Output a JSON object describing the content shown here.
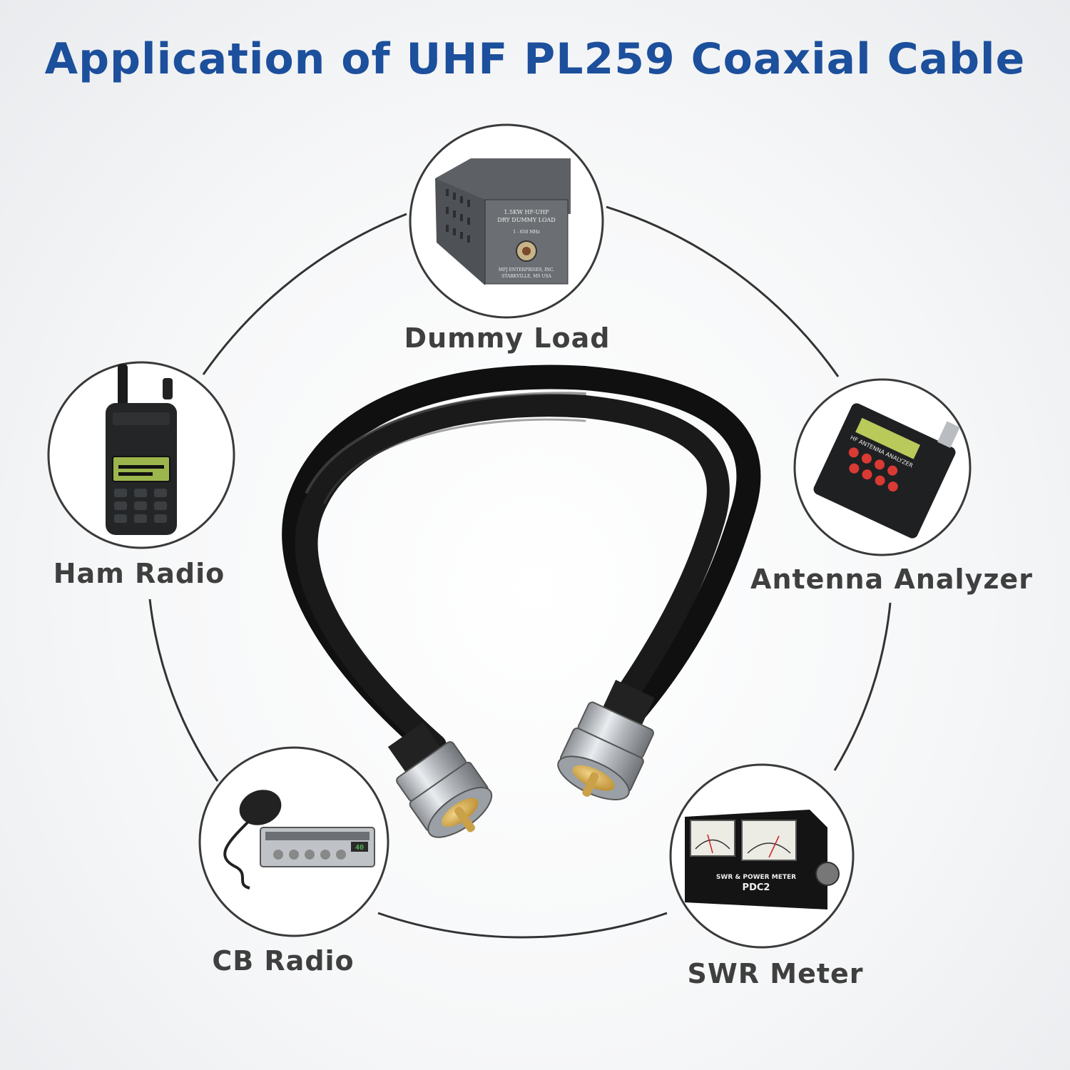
{
  "title": "Application of UHF PL259 Coaxial Cable",
  "applications": [
    {
      "label": "Dummy Load",
      "icon": "dummy-load-icon"
    },
    {
      "label": "Ham Radio",
      "icon": "handheld-radio-icon"
    },
    {
      "label": "Antenna Analyzer",
      "icon": "antenna-analyzer-icon"
    },
    {
      "label": "CB Radio",
      "icon": "cb-radio-icon"
    },
    {
      "label": "SWR Meter",
      "icon": "swr-meter-icon"
    }
  ],
  "device_text": {
    "dummy_load": [
      "1.5KW HF-UHF",
      "DRY DUMMY LOAD",
      "1 - 650 MHz",
      "MFJ ENTERPRISES, INC.",
      "STARKVILLE, MS  USA"
    ],
    "swr_meter": [
      "SWR & POWER METER",
      "PDC2"
    ],
    "antenna_analyzer": "HF ANTENNA ANALYZER"
  },
  "colors": {
    "title": "#1c4f9c",
    "label": "#3f3f3f",
    "ring": "#333333",
    "circle_border": "#3a3a3a"
  }
}
